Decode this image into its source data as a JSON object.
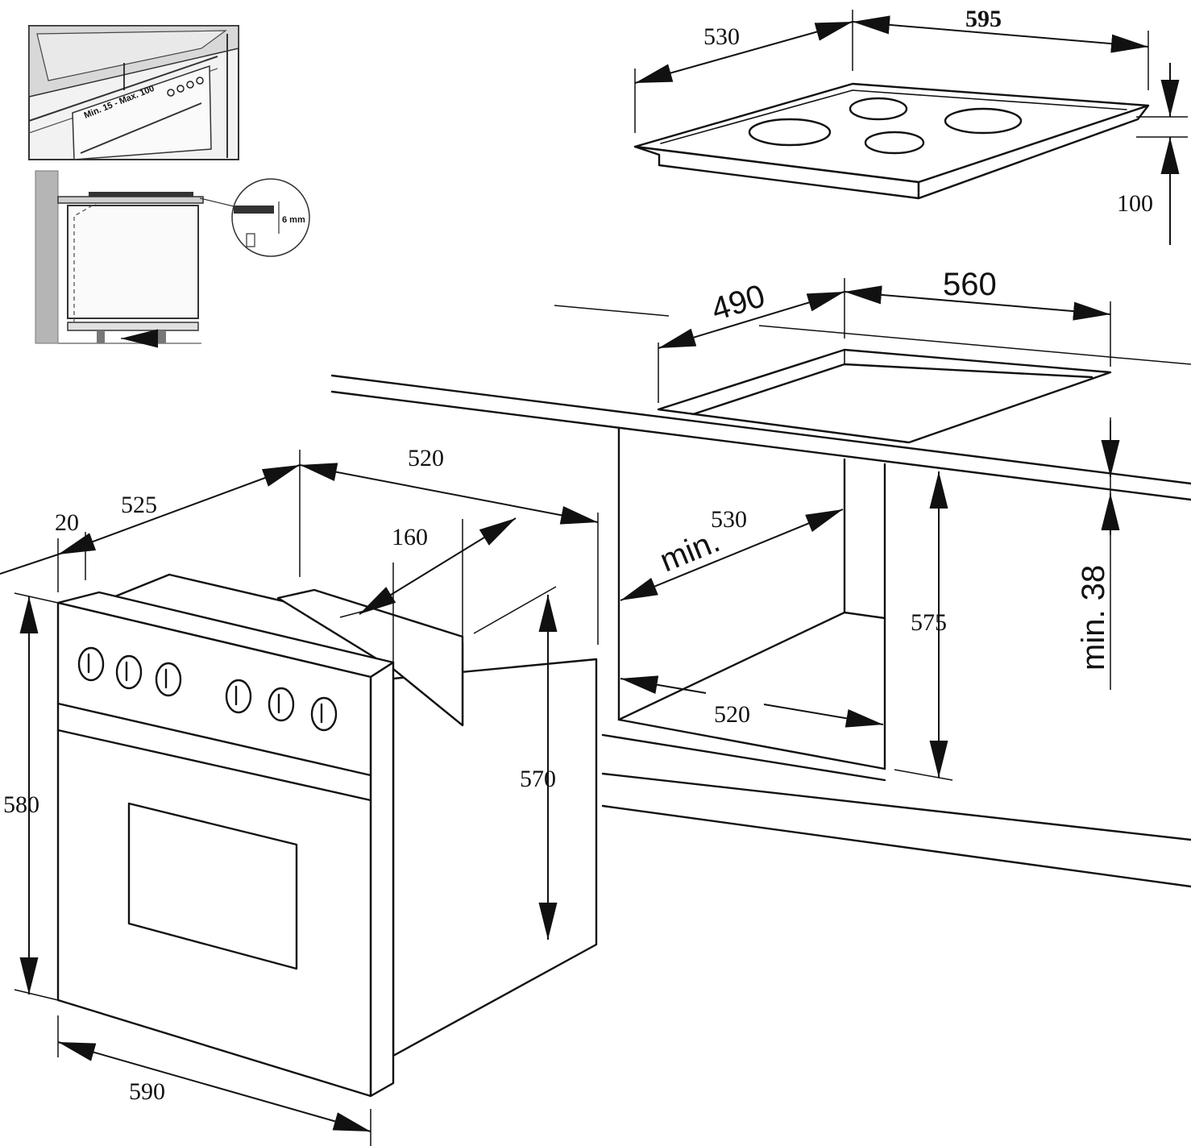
{
  "inset_top": {
    "label": "Min. 15 - Max. 100"
  },
  "inset_bottom": {
    "gap_label": "6 mm"
  },
  "hob": {
    "depth": "530",
    "width": "595",
    "height": "100"
  },
  "hob_cutout": {
    "depth": "490",
    "width": "560"
  },
  "oven": {
    "width": "590",
    "height": "580",
    "front_depth": "20",
    "depth": "525",
    "body_depth": "520",
    "top_box_depth": "160",
    "body_height": "570"
  },
  "niche": {
    "min_depth_prefix": "min.",
    "min_depth": "530",
    "width": "520",
    "height": "575",
    "worktop_gap": "min. 38"
  }
}
